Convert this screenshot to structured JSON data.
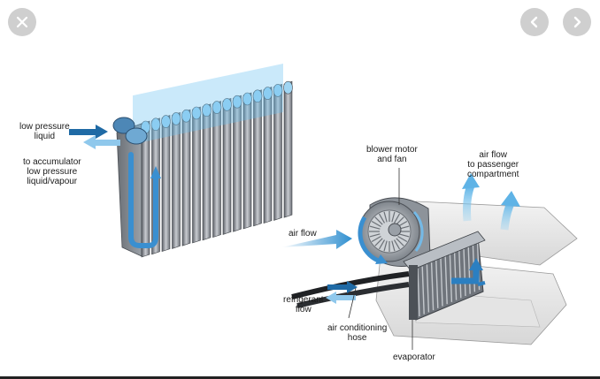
{
  "viewer": {
    "close_icon": "close-icon",
    "prev_icon": "chevron-left-icon",
    "next_icon": "chevron-right-icon",
    "button_color": "#cfcfcf"
  },
  "labels": {
    "low_pressure_liquid": [
      "low pressure",
      "liquid"
    ],
    "to_accumulator": [
      "to accumulator",
      "low pressure",
      "liquid/vapour"
    ],
    "blower_motor": [
      "blower motor",
      "and fan"
    ],
    "air_flow_passenger": [
      "air flow",
      "to passenger",
      "compartment"
    ],
    "air_flow": "air flow",
    "refrigerant_flow": [
      "refrigerant",
      "flow"
    ],
    "air_conditioning_hose": [
      "air conditioning",
      "hose"
    ],
    "evaporator": "evaporator"
  },
  "colors": {
    "flow_dark": "#1f6aa5",
    "flow_light": "#8fc8ec",
    "metal": "#8a8f96"
  }
}
